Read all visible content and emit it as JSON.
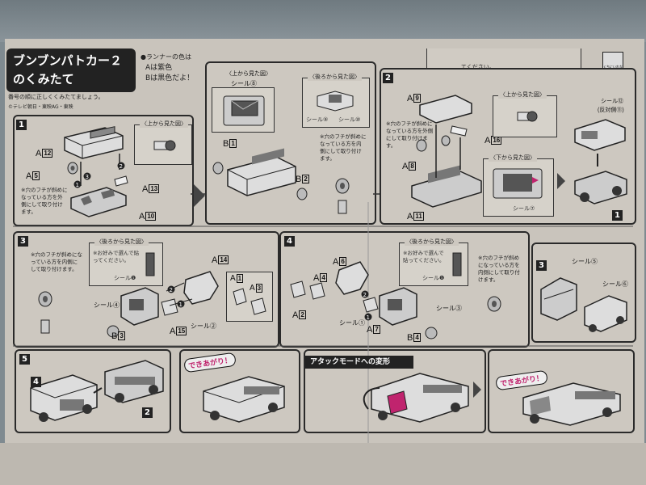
{
  "title": {
    "line1": "ブンブンパトカー２",
    "line2": "のくみたて",
    "subtitle": "番号の順に正しくくみたてましょう。",
    "copyright": "©テレビ朝日・東映AG・東映"
  },
  "runner_note": [
    "●ランナーの色は",
    "Aは紫色",
    "Bは黒色だよ！"
  ],
  "top_right_note": "てください。",
  "logo_text": "くちにいれない",
  "steps": {
    "s1": "1",
    "s2": "2",
    "s3": "3",
    "s4": "4",
    "s5": "5"
  },
  "views": {
    "top_view": "〈上から見た図〉",
    "back_view": "〈後ろから見た図〉",
    "bottom_view": "〈下から見た図〉"
  },
  "notes": {
    "rim_note": "※穴のフチが斜めになっている方を外側にして取り付けます。",
    "rim_note_inside": "※穴のフチが斜めになっている方を内側にして取り付けます。",
    "sticker_note": "※お好みで選んで貼ってください。"
  },
  "parts": {
    "A12": "12",
    "A5": "5",
    "A10": "10",
    "A13": "13",
    "A9": "9",
    "A8": "8",
    "A16": "16",
    "A11": "11",
    "A14": "14",
    "A1": "1",
    "A3": "3",
    "A15": "15",
    "A6": "6",
    "A4": "4",
    "A2": "2",
    "A7": "7",
    "B1": "1",
    "B2": "2",
    "B3": "3",
    "B4": "4"
  },
  "stickers": {
    "s8": "シール⑧",
    "s9": "シール⑨",
    "s10": "シール⑩",
    "s7": "シール⑦",
    "s12": "シール⑫",
    "s12b": "(反対側⑪)",
    "s1": "シール❶",
    "s2": "シール②",
    "s4": "シール④",
    "s3": "シール③",
    "s1b": "シール①",
    "s5": "シール⑤",
    "s6": "シール⑥"
  },
  "attack_mode": "アタックモードへの変形",
  "dekiagari": "できあがり！",
  "num_labels": {
    "n1": "1",
    "n2": "2",
    "n3": "3",
    "n4": "4"
  },
  "colors": {
    "accent": "#c0246e",
    "ink": "#222222",
    "paper": "#cdc8c0"
  }
}
